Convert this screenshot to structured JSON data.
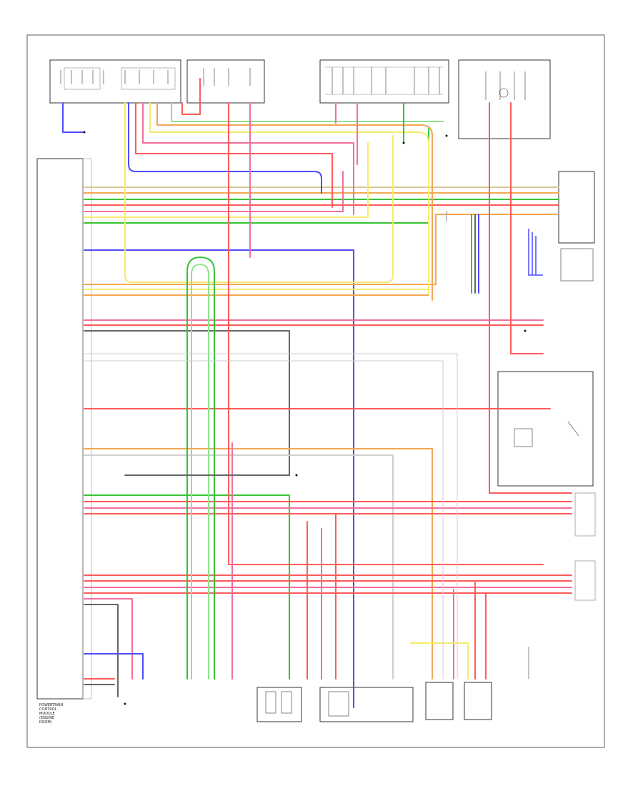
{
  "colors": {
    "pink": "#f06fa0",
    "red": "#ff5a5a",
    "green": "#35c435",
    "light_green": "#8ee28e",
    "blue": "#4d4dff",
    "light_blue": "#a7a7ff",
    "yellow": "#f5ec6a",
    "orange": "#f3a752",
    "tan": "#d8c79a",
    "gray": "#666666",
    "light_gray": "#cfcfcf",
    "frame": "#777777"
  },
  "modules": {
    "ecm_label_lines": [
      "POWERTRAIN",
      "CONTROL",
      "MODULE",
      "(ENGINE",
      "ROOM)"
    ]
  },
  "footer": {
    "code": ""
  }
}
